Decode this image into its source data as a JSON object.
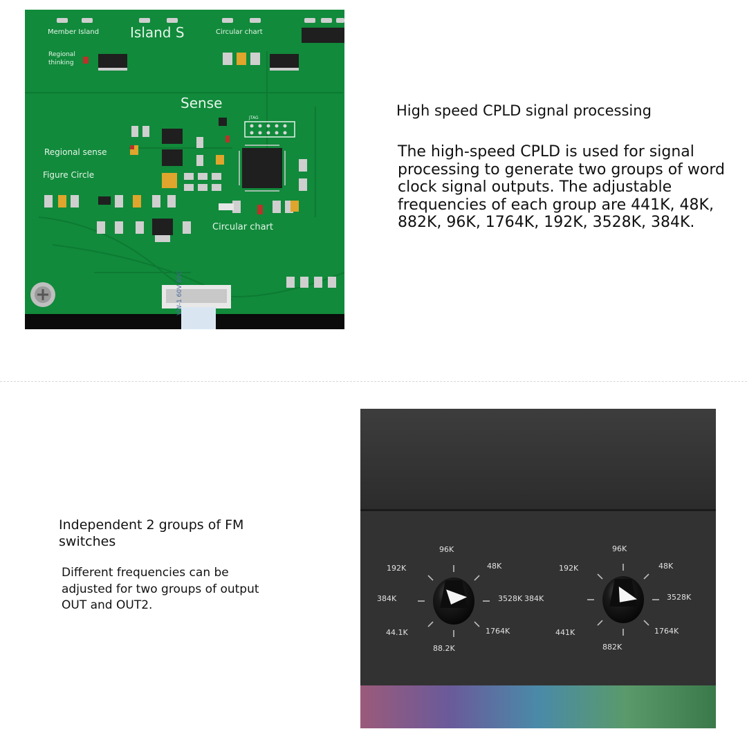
{
  "sections": [
    {
      "title": "High speed CPLD signal processing",
      "body": "The high-speed CPLD is used for signal processing to generate two groups of word clock signal outputs. The adjustable frequencies of each group are 441K, 48K, 882K, 96K, 1764K, 192K, 3528K, 384K."
    },
    {
      "title": "Independent 2 groups of FM switches",
      "body": "Different frequencies can be adjusted for two groups of output OUT and OUT2."
    }
  ],
  "pcb_photo": {
    "labels": {
      "member_island": "Member Island",
      "island_s": "Island S",
      "circular_chart_top": "Circular chart",
      "regional_thinking": "Regional thinking",
      "sense": "Sense",
      "regional_sense": "Regional sense",
      "figure_circle": "Figure Circle",
      "circular_chart_bottom": "Circular chart",
      "cable_text": "VW-1 60V 80C",
      "jtag": "JTAG"
    },
    "colors": {
      "board": "#118a3b",
      "trace": "#0d7a33",
      "chip": "#1f1f1f",
      "pad": "#cfcfcf",
      "capacitor": "#e0a52c"
    }
  },
  "device_photo": {
    "knob1": {
      "labels": [
        "96K",
        "48K",
        "3528K",
        "384K",
        "1764K",
        "88.2K",
        "44.1K",
        "384K",
        "192K"
      ]
    },
    "knob2": {
      "labels": [
        "96K",
        "48K",
        "3528K",
        "1764K",
        "882K",
        "441K",
        "192K"
      ]
    },
    "colors": {
      "panel": "#323232",
      "top": "#3a3a3a",
      "knob": "#111111",
      "pointer": "#ffffff"
    }
  }
}
